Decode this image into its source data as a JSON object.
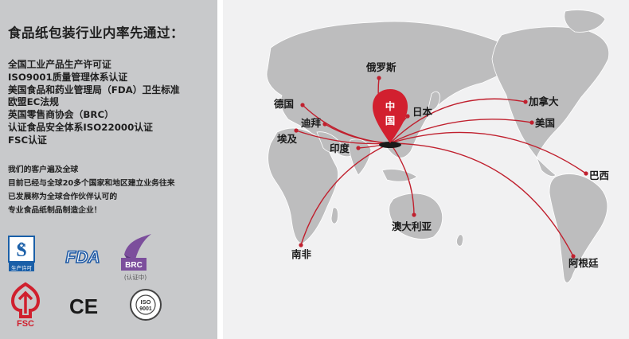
{
  "heading": "食品纸包装行业内率先通过：",
  "certifications": [
    "全国工业产品生产许可证",
    "ISO9001质量管理体系认证",
    "美国食品和药业管理局（FDA）卫生标准",
    "欧盟EC法规",
    "英国零售商协会（BRC）",
    "认证食品安全体系ISO22000认证",
    "FSC认证"
  ],
  "intro_lines": [
    "我们的客户遍及全球",
    "目前已经与全球20多个国家和地区建立业务往来",
    "已发展称为全球合作伙伴认可的",
    "专业食品纸制品制造企业！"
  ],
  "logos": {
    "qs_caption": "生产许可",
    "fda_text": "FDA",
    "brc_text": "BRC",
    "brc_caption": "(认证中)",
    "fsc_text": "FSC",
    "ce_text": "CE",
    "iso_text": "ISO",
    "iso_number": "9001"
  },
  "map": {
    "origin": "中国",
    "destinations": {
      "russia": "俄罗斯",
      "germany": "德国",
      "japan": "日本",
      "canada": "加拿大",
      "dubai": "迪拜",
      "usa": "美国",
      "egypt": "埃及",
      "india": "印度",
      "brazil": "巴西",
      "australia": "澳大利亚",
      "south_africa": "南非",
      "argentina": "阿根廷"
    }
  },
  "colors": {
    "left_panel_bg": "#c8c9cb",
    "map_bg": "#f1f1f2",
    "land": "#bdbdbe",
    "route": "#c0202e",
    "pin": "#d2202f"
  }
}
